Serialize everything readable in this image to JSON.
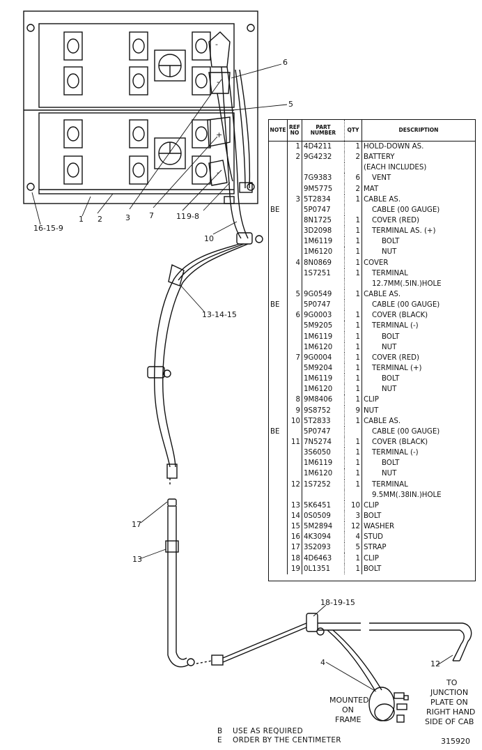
{
  "table": {
    "headers": {
      "note": "NOTE",
      "ref": "REF NO",
      "part": "PART NUMBER",
      "qty": "QTY",
      "desc": "DESCRIPTION"
    },
    "rows": [
      {
        "note": "",
        "ref": "1",
        "part": "4D4211",
        "qty": "1",
        "desc": "HOLD-DOWN AS.",
        "indent": 0
      },
      {
        "note": "",
        "ref": "2",
        "part": "9G4232",
        "qty": "2",
        "desc": "BATTERY",
        "indent": 0
      },
      {
        "note": "",
        "ref": "",
        "part": "",
        "qty": "",
        "desc": "(EACH INCLUDES)",
        "indent": 0
      },
      {
        "note": "",
        "ref": "",
        "part": "7G9383",
        "qty": "6",
        "desc": "VENT",
        "indent": 1
      },
      {
        "note": "",
        "ref": "",
        "part": "9M5775",
        "qty": "2",
        "desc": "MAT",
        "indent": 0
      },
      {
        "note": "",
        "ref": "3",
        "part": "5T2834",
        "qty": "1",
        "desc": "CABLE AS.",
        "indent": 0
      },
      {
        "note": "BE",
        "ref": "",
        "part": "5P0747",
        "qty": "",
        "desc": "CABLE (00 GAUGE)",
        "indent": 1
      },
      {
        "note": "",
        "ref": "",
        "part": "8N1725",
        "qty": "1",
        "desc": "COVER (RED)",
        "indent": 1
      },
      {
        "note": "",
        "ref": "",
        "part": "3D2098",
        "qty": "1",
        "desc": "TERMINAL AS. (+)",
        "indent": 1
      },
      {
        "note": "",
        "ref": "",
        "part": "1M6119",
        "qty": "1",
        "desc": "BOLT",
        "indent": 2
      },
      {
        "note": "",
        "ref": "",
        "part": "1M6120",
        "qty": "1",
        "desc": "NUT",
        "indent": 2
      },
      {
        "note": "",
        "ref": "4",
        "part": "8N0869",
        "qty": "1",
        "desc": "COVER",
        "indent": 0
      },
      {
        "note": "",
        "ref": "",
        "part": "1S7251",
        "qty": "1",
        "desc": "TERMINAL",
        "indent": 1
      },
      {
        "note": "",
        "ref": "",
        "part": "",
        "qty": "",
        "desc": "12.7MM(.5IN.)HOLE",
        "indent": 1
      },
      {
        "note": "",
        "ref": "5",
        "part": "9G0549",
        "qty": "1",
        "desc": "CABLE AS.",
        "indent": 0
      },
      {
        "note": "BE",
        "ref": "",
        "part": "5P0747",
        "qty": "",
        "desc": "CABLE (00 GAUGE)",
        "indent": 1
      },
      {
        "note": "",
        "ref": "6",
        "part": "9G0003",
        "qty": "1",
        "desc": "COVER (BLACK)",
        "indent": 1
      },
      {
        "note": "",
        "ref": "",
        "part": "5M9205",
        "qty": "1",
        "desc": "TERMINAL (-)",
        "indent": 1
      },
      {
        "note": "",
        "ref": "",
        "part": "1M6119",
        "qty": "1",
        "desc": "BOLT",
        "indent": 2
      },
      {
        "note": "",
        "ref": "",
        "part": "1M6120",
        "qty": "1",
        "desc": "NUT",
        "indent": 2
      },
      {
        "note": "",
        "ref": "7",
        "part": "9G0004",
        "qty": "1",
        "desc": "COVER (RED)",
        "indent": 1
      },
      {
        "note": "",
        "ref": "",
        "part": "5M9204",
        "qty": "1",
        "desc": "TERMINAL (+)",
        "indent": 1
      },
      {
        "note": "",
        "ref": "",
        "part": "1M6119",
        "qty": "1",
        "desc": "BOLT",
        "indent": 2
      },
      {
        "note": "",
        "ref": "",
        "part": "1M6120",
        "qty": "1",
        "desc": "NUT",
        "indent": 2
      },
      {
        "note": "",
        "ref": "8",
        "part": "9M8406",
        "qty": "1",
        "desc": "CLIP",
        "indent": 0
      },
      {
        "note": "",
        "ref": "9",
        "part": "9S8752",
        "qty": "9",
        "desc": "NUT",
        "indent": 0
      },
      {
        "note": "",
        "ref": "10",
        "part": "5T2833",
        "qty": "1",
        "desc": "CABLE AS.",
        "indent": 0
      },
      {
        "note": "BE",
        "ref": "",
        "part": "5P0747",
        "qty": "",
        "desc": "CABLE (00 GAUGE)",
        "indent": 1
      },
      {
        "note": "",
        "ref": "11",
        "part": "7N5274",
        "qty": "1",
        "desc": "COVER (BLACK)",
        "indent": 1
      },
      {
        "note": "",
        "ref": "",
        "part": "3S6050",
        "qty": "1",
        "desc": "TERMINAL (-)",
        "indent": 1
      },
      {
        "note": "",
        "ref": "",
        "part": "1M6119",
        "qty": "1",
        "desc": "BOLT",
        "indent": 2
      },
      {
        "note": "",
        "ref": "",
        "part": "1M6120",
        "qty": "1",
        "desc": "NUT",
        "indent": 2
      },
      {
        "note": "",
        "ref": "12",
        "part": "1S7252",
        "qty": "1",
        "desc": "TERMINAL",
        "indent": 1
      },
      {
        "note": "",
        "ref": "",
        "part": "",
        "qty": "",
        "desc": "9.5MM(.38IN.)HOLE",
        "indent": 1
      },
      {
        "note": "",
        "ref": "13",
        "part": "5K6451",
        "qty": "10",
        "desc": "CLIP",
        "indent": 0
      },
      {
        "note": "",
        "ref": "14",
        "part": "0S0509",
        "qty": "3",
        "desc": "BOLT",
        "indent": 0
      },
      {
        "note": "",
        "ref": "15",
        "part": "5M2894",
        "qty": "12",
        "desc": "WASHER",
        "indent": 0
      },
      {
        "note": "",
        "ref": "16",
        "part": "4K3094",
        "qty": "4",
        "desc": "STUD",
        "indent": 0
      },
      {
        "note": "",
        "ref": "17",
        "part": "3S2093",
        "qty": "5",
        "desc": "STRAP",
        "indent": 0
      },
      {
        "note": "",
        "ref": "18",
        "part": "4D6463",
        "qty": "1",
        "desc": "CLIP",
        "indent": 0
      },
      {
        "note": "",
        "ref": "19",
        "part": "0L1351",
        "qty": "1",
        "desc": "BOLT",
        "indent": 0
      }
    ]
  },
  "callouts": {
    "c6": "6",
    "c5": "5",
    "c16_15_9": "16-15-9",
    "c1": "1",
    "c2": "2",
    "c3": "3",
    "c7": "7",
    "c11": "11",
    "c9_8": "9-8",
    "c10": "10",
    "c13_14_15": "13-14-15",
    "c17": "17",
    "c13": "13",
    "c18_19_15": "18-19-15",
    "c4": "4",
    "c12": "12"
  },
  "annotations": {
    "mounted_line1": "MOUNTED",
    "mounted_line2": "ON",
    "mounted_line3": "FRAME",
    "junction_line1": "TO",
    "junction_line2": "JUNCTION",
    "junction_line3": "PLATE ON",
    "junction_line4": "RIGHT HAND",
    "junction_line5": "SIDE OF CAB",
    "terminal_plus": "+",
    "terminal_minus": "-"
  },
  "notes": [
    {
      "key": "B",
      "text": "USE AS REQUIRED"
    },
    {
      "key": "E",
      "text": "ORDER BY THE CENTIMETER"
    }
  ],
  "illustration_number": "315920"
}
